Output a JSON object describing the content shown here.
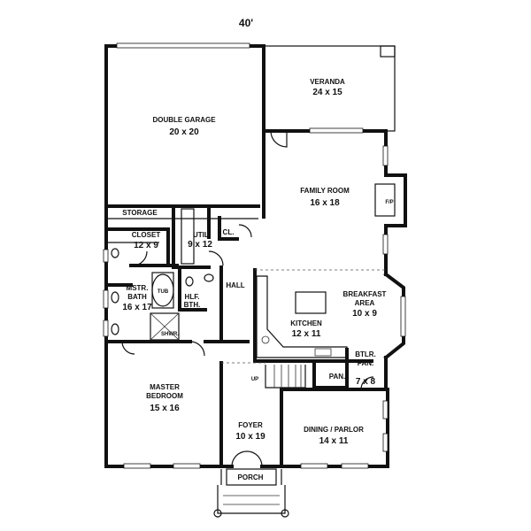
{
  "overall_width": "40'",
  "rooms": {
    "veranda": {
      "name": "VERANDA",
      "size": "24 x 15"
    },
    "garage": {
      "name": "DOUBLE GARAGE",
      "size": "20 x 20"
    },
    "family": {
      "name": "FAMILY ROOM",
      "size": "16 x 18"
    },
    "storage": {
      "name": "STORAGE"
    },
    "closet": {
      "name": "CLOSET",
      "size": "12 x 9"
    },
    "util": {
      "name": "UTIL.",
      "size": "9 x 12"
    },
    "cl": {
      "name": "CL."
    },
    "mstr_bath": {
      "name_1": "MSTR.",
      "name_2": "BATH",
      "size": "16 x 17"
    },
    "tub": {
      "name": "TUB"
    },
    "shwr": {
      "name": "SHWR."
    },
    "hlf_bth": {
      "name_1": "HLF.",
      "name_2": "BTH."
    },
    "hall": {
      "name": "HALL"
    },
    "breakfast": {
      "name_1": "BREAKFAST",
      "name_2": "AREA",
      "size": "10 x 9"
    },
    "kitchen": {
      "name": "KITCHEN",
      "size": "12 x 11"
    },
    "fp": {
      "name": "F/P"
    },
    "master": {
      "name_1": "MASTER",
      "name_2": "BEDROOM",
      "size": "15 x 16"
    },
    "up": {
      "name": "UP"
    },
    "pan": {
      "name": "PAN."
    },
    "btlr": {
      "name_1": "BTLR.",
      "name_2": "PAN.",
      "size": "7 x 8"
    },
    "foyer": {
      "name": "FOYER",
      "size": "10 x 19"
    },
    "dining": {
      "name": "DINING / PARLOR",
      "size": "14 x 11"
    },
    "porch": {
      "name": "PORCH"
    }
  }
}
